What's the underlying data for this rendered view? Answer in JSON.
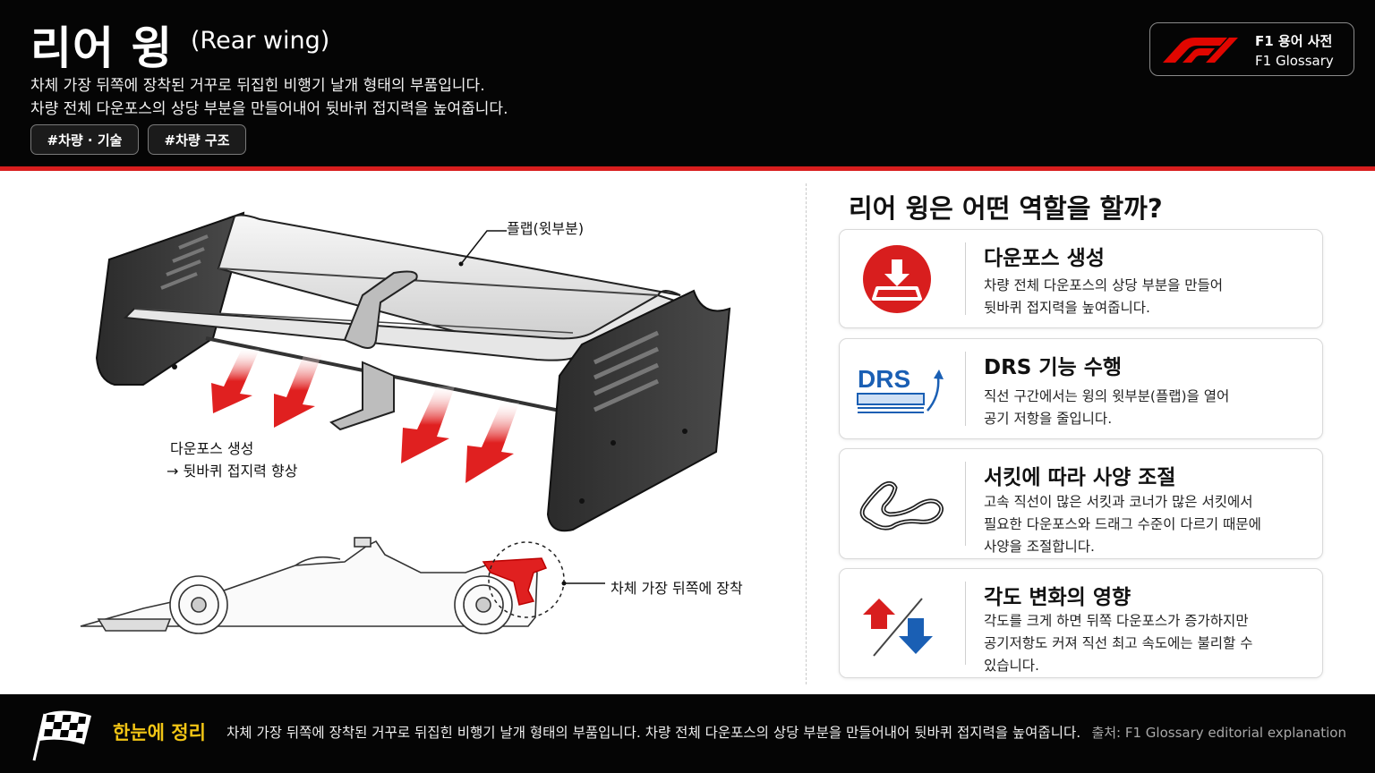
{
  "header": {
    "title": "리어 윙",
    "title_en": "(Rear wing)",
    "description_line1": "차체 가장 뒤쪽에 장착된 거꾸로 뒤집힌 비행기 날개 형태의 부품입니다.",
    "description_line2": "차량 전체 다운포스의 상당 부분을 만들어내어 뒷바퀴 접지력을 높여줍니다.",
    "tags": [
      "#차량 · 기술",
      "#차량 구조"
    ],
    "badge": {
      "title_ko": "F1 용어 사전",
      "title_en": "F1 Glossary"
    }
  },
  "illustration": {
    "label_flap": "플랩(윗부분)",
    "label_downforce_line1": "다운포스 생성",
    "label_downforce_line2": "→ 뒷바퀴 접지력 향상",
    "label_mount": "차체 가장 뒤쪽에 장착",
    "icon_name": "rear-wing-illustration",
    "arrow_color": "#e02020"
  },
  "panel": {
    "title": "리어 윙은 어떤 역할을 할까?",
    "cards": [
      {
        "title": "다운포스 생성",
        "lines": [
          "차량 전체 다운포스의 상당 부분을 만들어",
          "뒷바퀴 접지력을 높여줍니다."
        ],
        "icon": "downforce-icon"
      },
      {
        "title": "DRS 기능 수행",
        "lines": [
          "직선 구간에서는 윙의 윗부분(플랩)을 열어",
          "공기 저항을 줄입니다."
        ],
        "icon": "drs-icon",
        "icon_text": "DRS"
      },
      {
        "title": "서킷에 따라 사양 조절",
        "lines": [
          "고속 직선이 많은 서킷과 코너가 많은 서킷에서",
          "필요한 다운포스와 드래그 수준이 다르기 때문에",
          "사양을 조절합니다."
        ],
        "icon": "circuit-icon"
      },
      {
        "title": "각도 변화의 영향",
        "lines": [
          "각도를 크게 하면 뒤쪽 다운포스가 증가하지만",
          "공기저항도 커져 직선 최고 속도에는 불리할 수",
          "있습니다."
        ],
        "icon": "angle-change-icon"
      }
    ]
  },
  "footer": {
    "summary_label": "한눈에 정리",
    "summary_text": "차체 가장 뒤쪽에 장착된 거꾸로 뒤집힌 비행기 날개 형태의 부품입니다. 차량 전체 다운포스의 상당 부분을 만들어내어 뒷바퀴 접지력을 높여줍니다.",
    "source": "출처: F1 Glossary editorial explanation"
  },
  "colors": {
    "accent_red": "#d81e1e",
    "summary_yellow": "#f2c515",
    "drs_blue": "#1a5fb4"
  }
}
